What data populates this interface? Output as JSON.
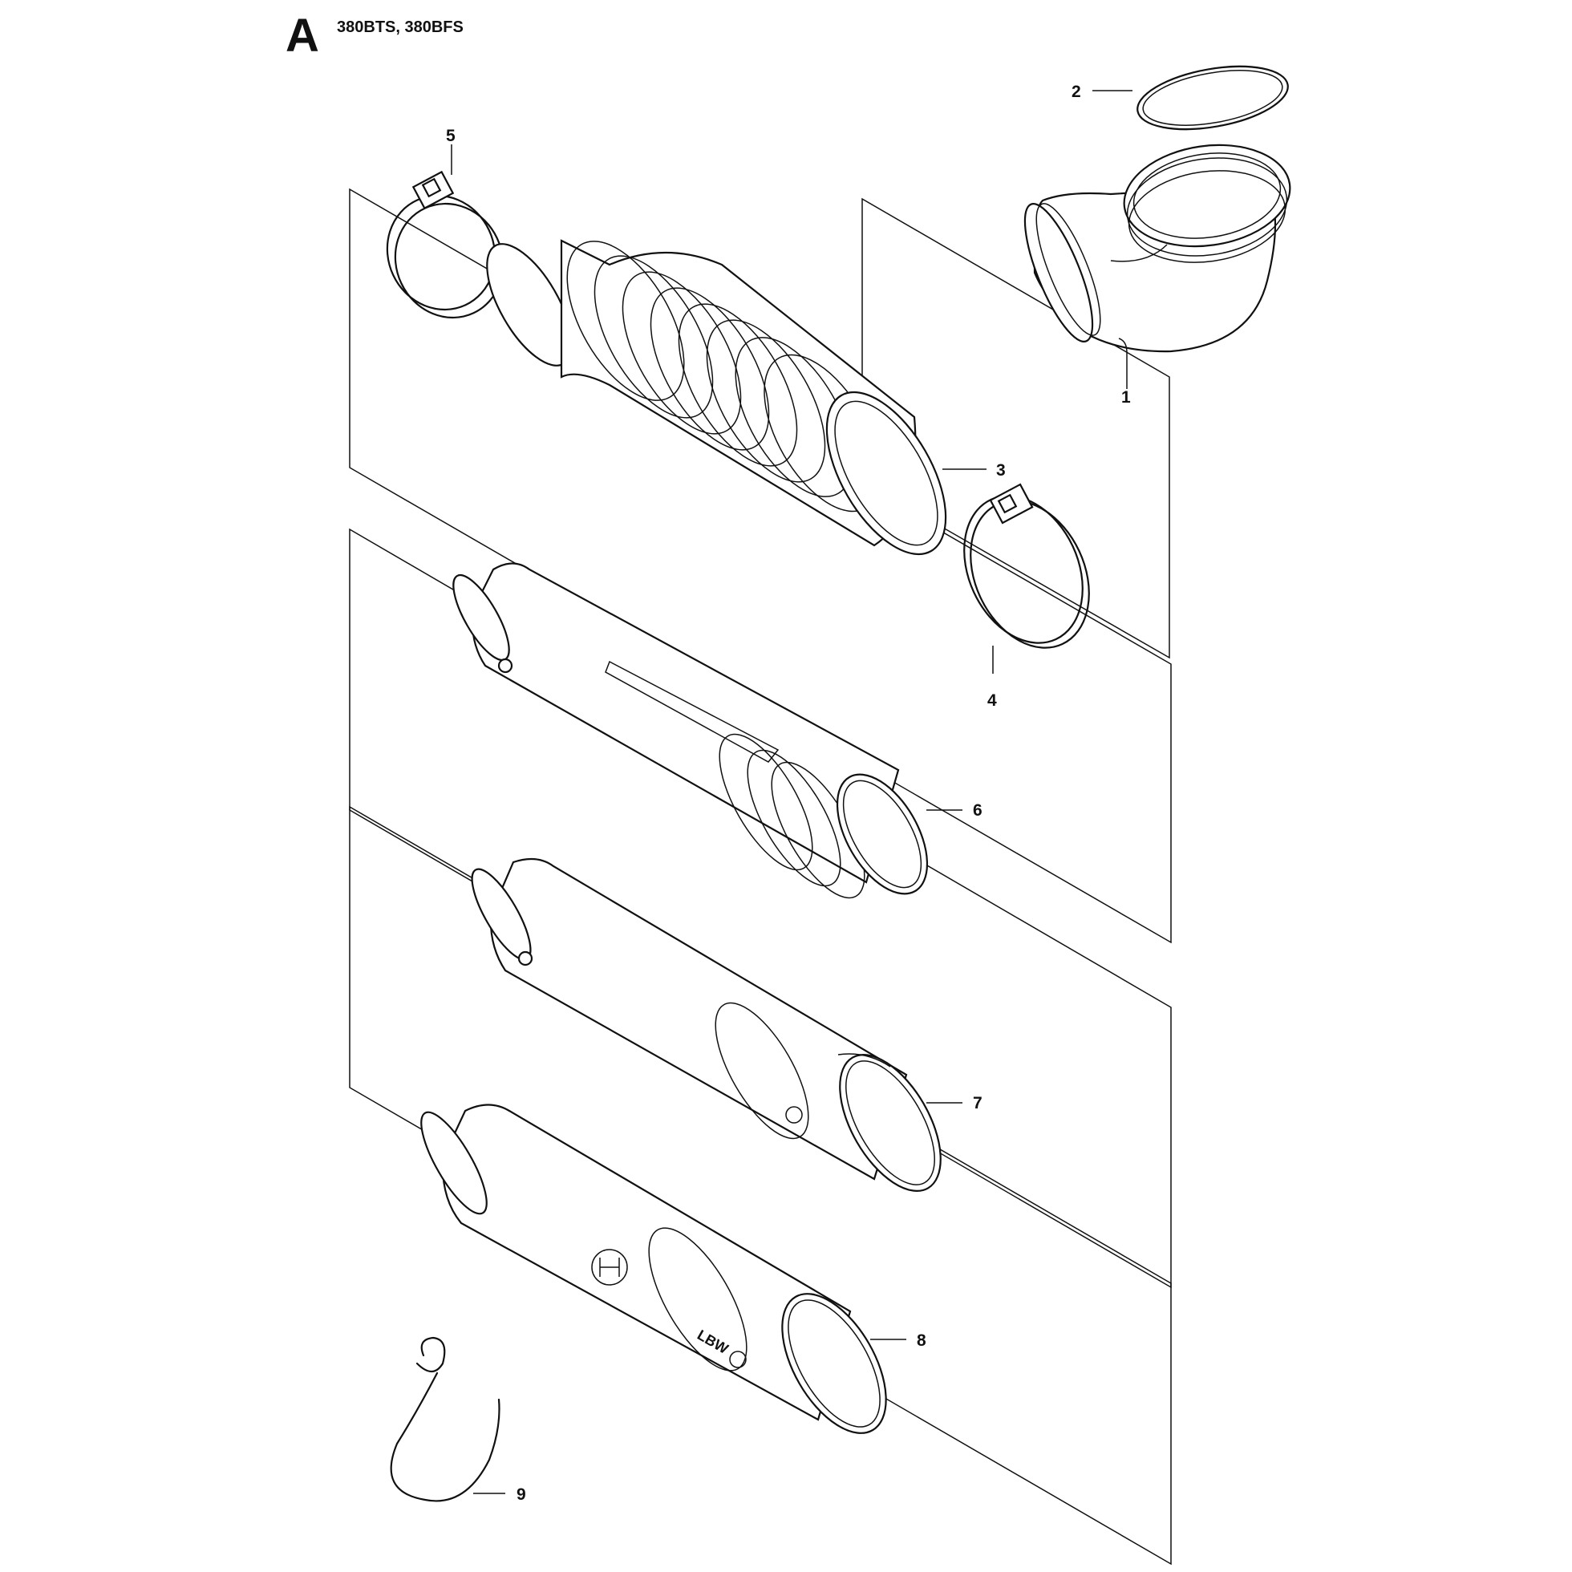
{
  "header": {
    "section_letter": "A",
    "models": "380BTS, 380BFS"
  },
  "parts": [
    {
      "number": "1",
      "name": "elbow"
    },
    {
      "number": "2",
      "name": "o-ring"
    },
    {
      "number": "3",
      "name": "bellows hose"
    },
    {
      "number": "4",
      "name": "hose clamp"
    },
    {
      "number": "5",
      "name": "hose clamp"
    },
    {
      "number": "6",
      "name": "tube"
    },
    {
      "number": "7",
      "name": "tube"
    },
    {
      "number": "8",
      "name": "nozzle"
    },
    {
      "number": "9",
      "name": "wire clip"
    }
  ],
  "tube_marking": "LBW"
}
